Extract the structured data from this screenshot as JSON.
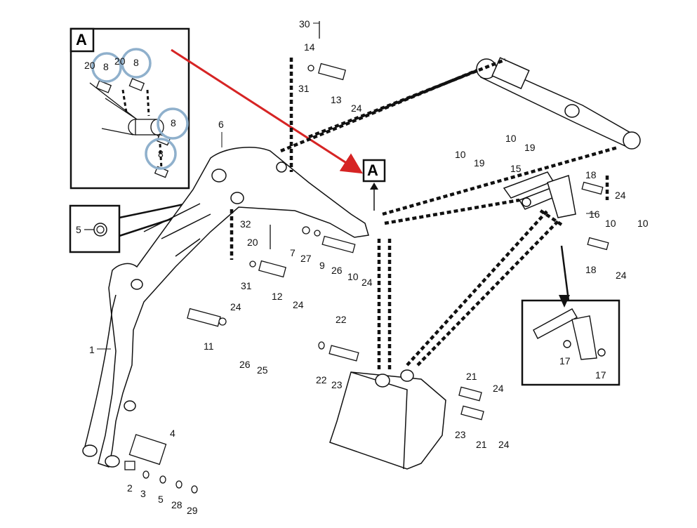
{
  "insets": {
    "a_top_label": "A",
    "a_callout_label": "A",
    "seal_label": "5"
  },
  "callouts": [
    {
      "id": "c30",
      "text": "30"
    },
    {
      "id": "c14",
      "text": "14"
    },
    {
      "id": "c31a",
      "text": "31"
    },
    {
      "id": "c13",
      "text": "13"
    },
    {
      "id": "c24a",
      "text": "24"
    },
    {
      "id": "c6",
      "text": "6"
    },
    {
      "id": "c10a",
      "text": "10"
    },
    {
      "id": "c19a",
      "text": "19"
    },
    {
      "id": "c10b",
      "text": "10"
    },
    {
      "id": "c19b",
      "text": "19"
    },
    {
      "id": "c15",
      "text": "15"
    },
    {
      "id": "c18a",
      "text": "18"
    },
    {
      "id": "c24b",
      "text": "24"
    },
    {
      "id": "c16",
      "text": "16"
    },
    {
      "id": "c10c",
      "text": "10"
    },
    {
      "id": "c10d",
      "text": "10"
    },
    {
      "id": "c18b",
      "text": "18"
    },
    {
      "id": "c24c",
      "text": "24"
    },
    {
      "id": "c32",
      "text": "32"
    },
    {
      "id": "c20",
      "text": "20"
    },
    {
      "id": "c7",
      "text": "7"
    },
    {
      "id": "c27",
      "text": "27"
    },
    {
      "id": "c9",
      "text": "9"
    },
    {
      "id": "c26a",
      "text": "26"
    },
    {
      "id": "c10e",
      "text": "10"
    },
    {
      "id": "c24d",
      "text": "24"
    },
    {
      "id": "c31b",
      "text": "31"
    },
    {
      "id": "c12",
      "text": "12"
    },
    {
      "id": "c24e",
      "text": "24"
    },
    {
      "id": "c24f",
      "text": "24"
    },
    {
      "id": "c11",
      "text": "11"
    },
    {
      "id": "c26b",
      "text": "26"
    },
    {
      "id": "c25",
      "text": "25"
    },
    {
      "id": "c1",
      "text": "1"
    },
    {
      "id": "c22a",
      "text": "22"
    },
    {
      "id": "c22b",
      "text": "22"
    },
    {
      "id": "c23a",
      "text": "23"
    },
    {
      "id": "c21a",
      "text": "21"
    },
    {
      "id": "c24g",
      "text": "24"
    },
    {
      "id": "c23b",
      "text": "23"
    },
    {
      "id": "c21b",
      "text": "21"
    },
    {
      "id": "c24h",
      "text": "24"
    },
    {
      "id": "c4",
      "text": "4"
    },
    {
      "id": "c2",
      "text": "2"
    },
    {
      "id": "c3",
      "text": "3"
    },
    {
      "id": "c5",
      "text": "5"
    },
    {
      "id": "c28",
      "text": "28"
    },
    {
      "id": "c29",
      "text": "29"
    },
    {
      "id": "c17a",
      "text": "17"
    },
    {
      "id": "c17b",
      "text": "17"
    }
  ],
  "inset_a_callouts": [
    {
      "id": "ia20a",
      "text": "20"
    },
    {
      "id": "ia8a",
      "text": "8"
    },
    {
      "id": "ia20b",
      "text": "20"
    },
    {
      "id": "ia8b",
      "text": "8"
    },
    {
      "id": "ia8c",
      "text": "8"
    },
    {
      "id": "ia8d",
      "text": "8"
    }
  ],
  "colors": {
    "line": "#111111",
    "highlight_circle": "#8fb0cc",
    "arrow": "#d62424"
  }
}
